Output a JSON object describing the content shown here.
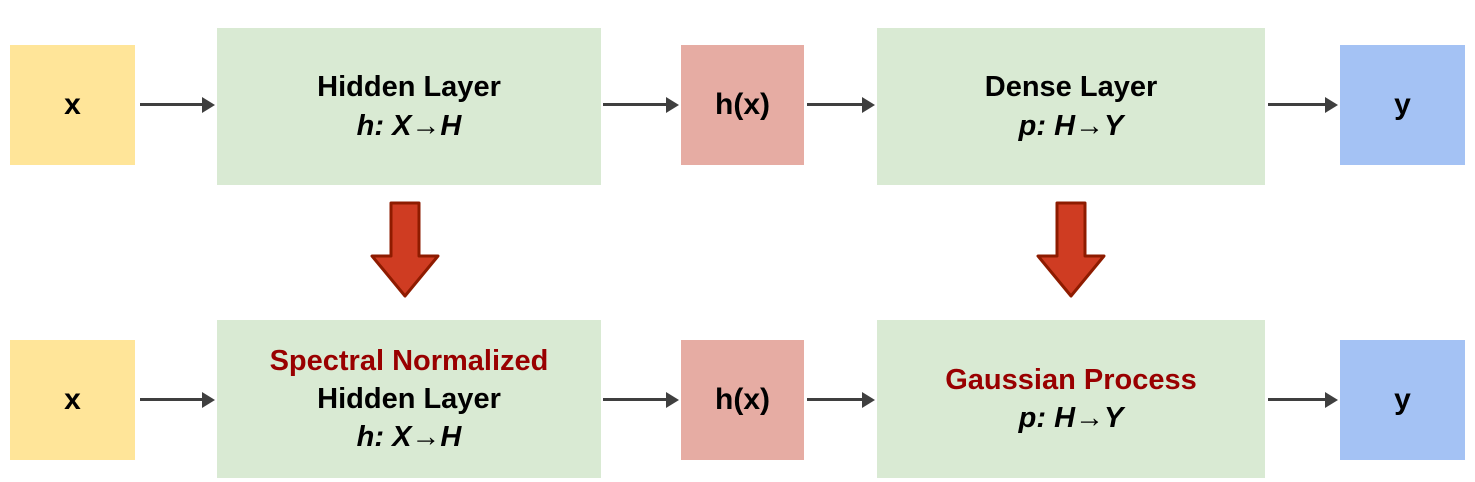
{
  "colors": {
    "background": "#ffffff",
    "input_box": "#ffe599",
    "layer_box": "#d9ead3",
    "activation_box": "#e6aca3",
    "output_box": "#a4c2f4",
    "accent_text": "#990000",
    "connector": "#3f3f3f",
    "transform_arrow_fill": "#cf3c22",
    "transform_arrow_stroke": "#8e1b00"
  },
  "top_row": {
    "input_label": "x",
    "hidden_layer": {
      "title": "Hidden Layer",
      "mapping": "h: X→H"
    },
    "activation_label": "h(x)",
    "dense_layer": {
      "title": "Dense Layer",
      "mapping": "p: H→Y"
    },
    "output_label": "y"
  },
  "bottom_row": {
    "input_label": "x",
    "hidden_layer": {
      "accent": "Spectral Normalized",
      "title": "Hidden Layer",
      "mapping": "h: X→H"
    },
    "activation_label": "h(x)",
    "gp_layer": {
      "accent": "Gaussian Process",
      "mapping": "p: H→Y"
    },
    "output_label": "y"
  }
}
